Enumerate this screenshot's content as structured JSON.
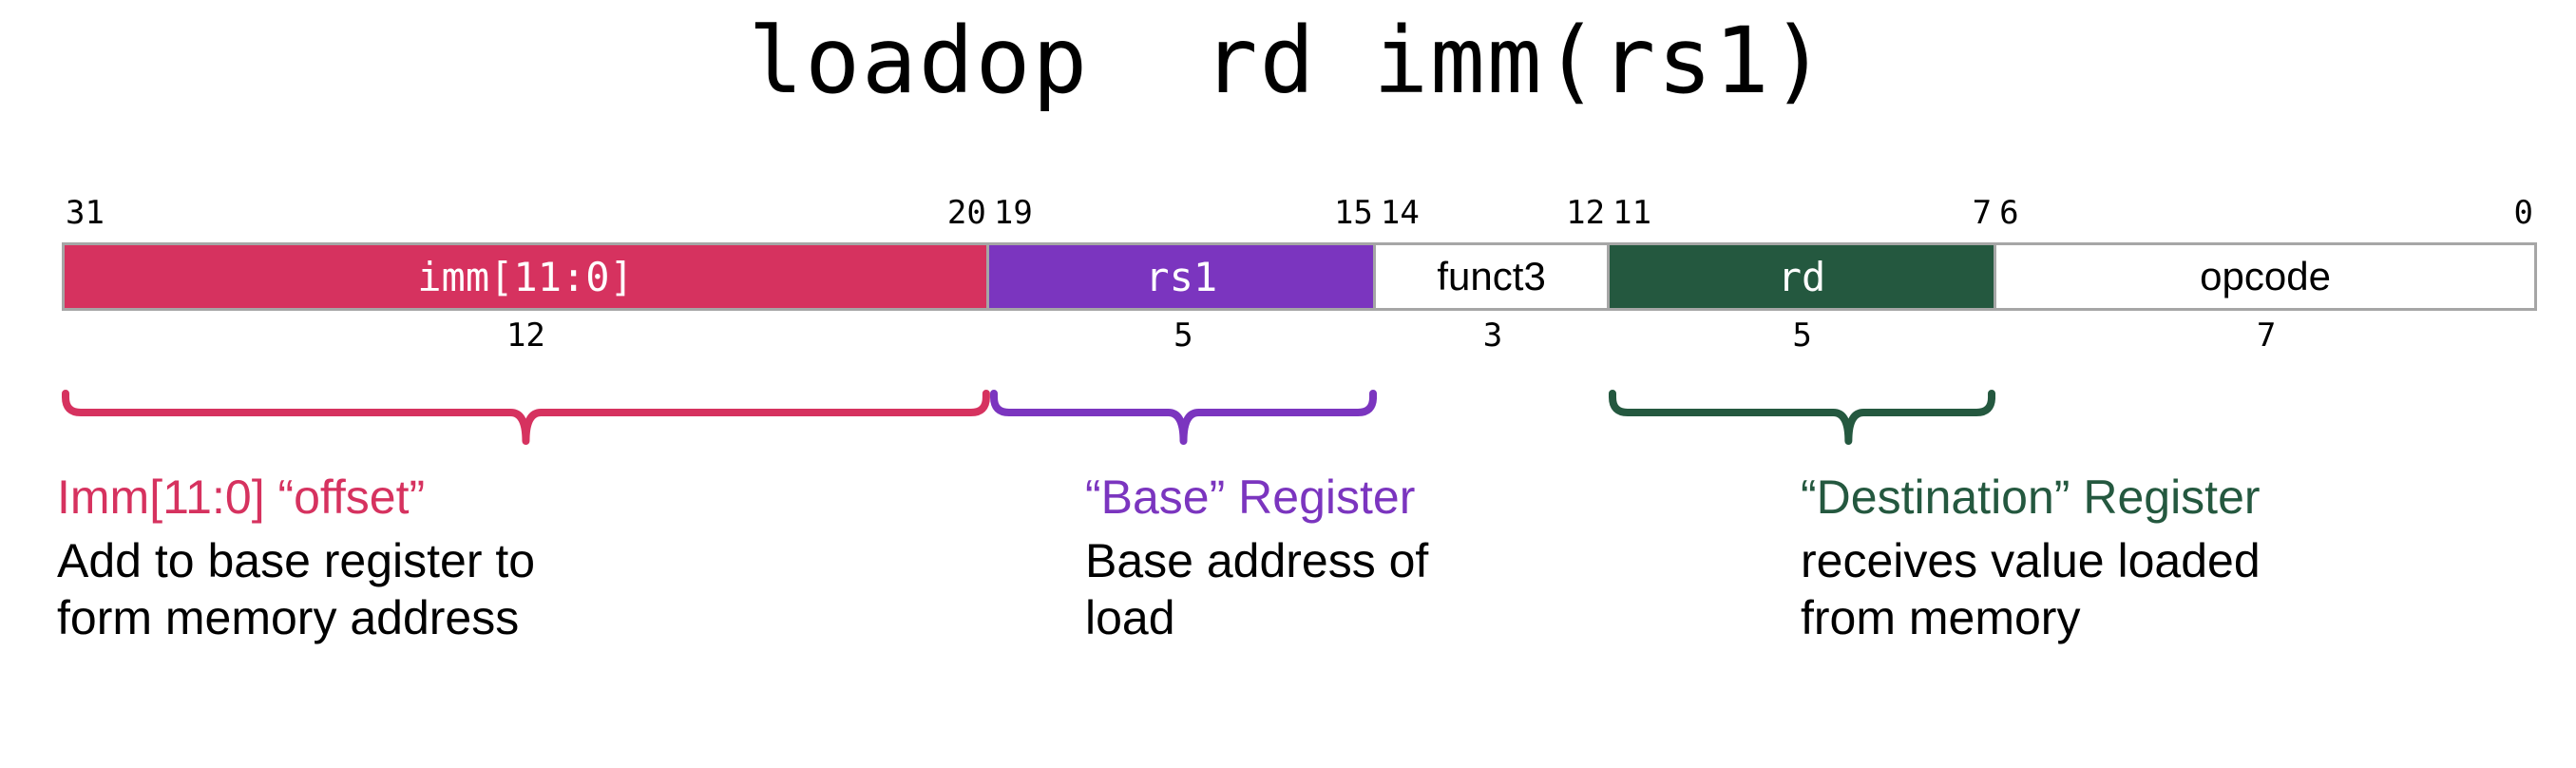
{
  "title": "loadop  rd imm(rs1)",
  "colors": {
    "imm": "#d6325f",
    "rs1": "#7b35bf",
    "rd": "#24583f",
    "neutral": "#ffffff",
    "border": "#a6a6a6",
    "text_on_color": "#ffffff",
    "text_dark": "#000000",
    "background": "#ffffff"
  },
  "bit_labels": [
    {
      "text": "31",
      "bit": 31,
      "align": "left"
    },
    {
      "text": "20",
      "bit": 20,
      "align": "right"
    },
    {
      "text": "19",
      "bit": 19,
      "align": "left"
    },
    {
      "text": "15",
      "bit": 15,
      "align": "right"
    },
    {
      "text": "14",
      "bit": 14,
      "align": "left"
    },
    {
      "text": "12",
      "bit": 12,
      "align": "right"
    },
    {
      "text": "11",
      "bit": 11,
      "align": "left"
    },
    {
      "text": "7",
      "bit": 7,
      "align": "right"
    },
    {
      "text": "6",
      "bit": 6,
      "align": "left"
    },
    {
      "text": "0",
      "bit": 0,
      "align": "right"
    }
  ],
  "fields": [
    {
      "name": "imm",
      "label": "imm[11:0]",
      "bits": 12,
      "width_label": "12",
      "hi": 31,
      "lo": 20,
      "fill": "#d6325f",
      "text_color": "#ffffff",
      "filled": true
    },
    {
      "name": "rs1",
      "label": "rs1",
      "bits": 5,
      "width_label": "5",
      "hi": 19,
      "lo": 15,
      "fill": "#7b35bf",
      "text_color": "#ffffff",
      "filled": true
    },
    {
      "name": "funct3",
      "label": "funct3",
      "bits": 3,
      "width_label": "3",
      "hi": 14,
      "lo": 12,
      "fill": "#ffffff",
      "text_color": "#000000",
      "filled": false
    },
    {
      "name": "rd",
      "label": "rd",
      "bits": 5,
      "width_label": "5",
      "hi": 11,
      "lo": 7,
      "fill": "#24583f",
      "text_color": "#ffffff",
      "filled": true
    },
    {
      "name": "opcode",
      "label": "opcode",
      "bits": 7,
      "width_label": "7",
      "hi": 6,
      "lo": 0,
      "fill": "#ffffff",
      "text_color": "#000000",
      "filled": false
    }
  ],
  "annotations": [
    {
      "name": "imm-offset",
      "heading": "Imm[11:0] “offset”",
      "body": "Add to base register to\nform memory address",
      "color": "#d6325f",
      "field": "imm"
    },
    {
      "name": "base-register",
      "heading": "“Base” Register",
      "body": "Base address of\nload",
      "color": "#7b35bf",
      "field": "rs1"
    },
    {
      "name": "destination-register",
      "heading": "“Destination” Register",
      "body": "receives value loaded\nfrom memory",
      "color": "#24583f",
      "field": "rd"
    }
  ]
}
